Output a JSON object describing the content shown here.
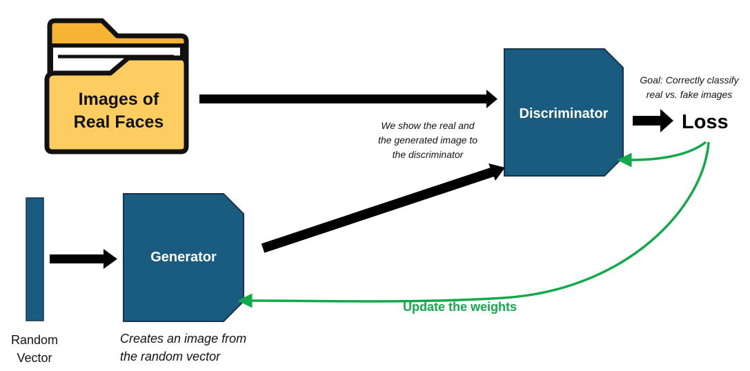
{
  "images_label": [
    "Images of",
    "Real Faces"
  ],
  "discriminator_label": "Discriminator",
  "generator_label": "Generator",
  "loss_label": "Loss",
  "goal_note": [
    "Goal: Correctly classify",
    "real vs. fake images"
  ],
  "show_note": [
    "We show the real and",
    "the generated image to",
    "the discriminator"
  ],
  "update_label": "Update the weights",
  "random_vector_label": [
    "Random",
    "Vector"
  ],
  "creates_note": [
    "Creates an image from",
    "the random vector"
  ],
  "colors": {
    "block_fill": "#1a5c80",
    "block_stroke": "#13344a",
    "folder_fill": "#fecd62",
    "folder_back": "#f6b434",
    "update_arrow": "#12a94a",
    "arrow": "#000000"
  },
  "icons": [
    "folder-icon"
  ]
}
